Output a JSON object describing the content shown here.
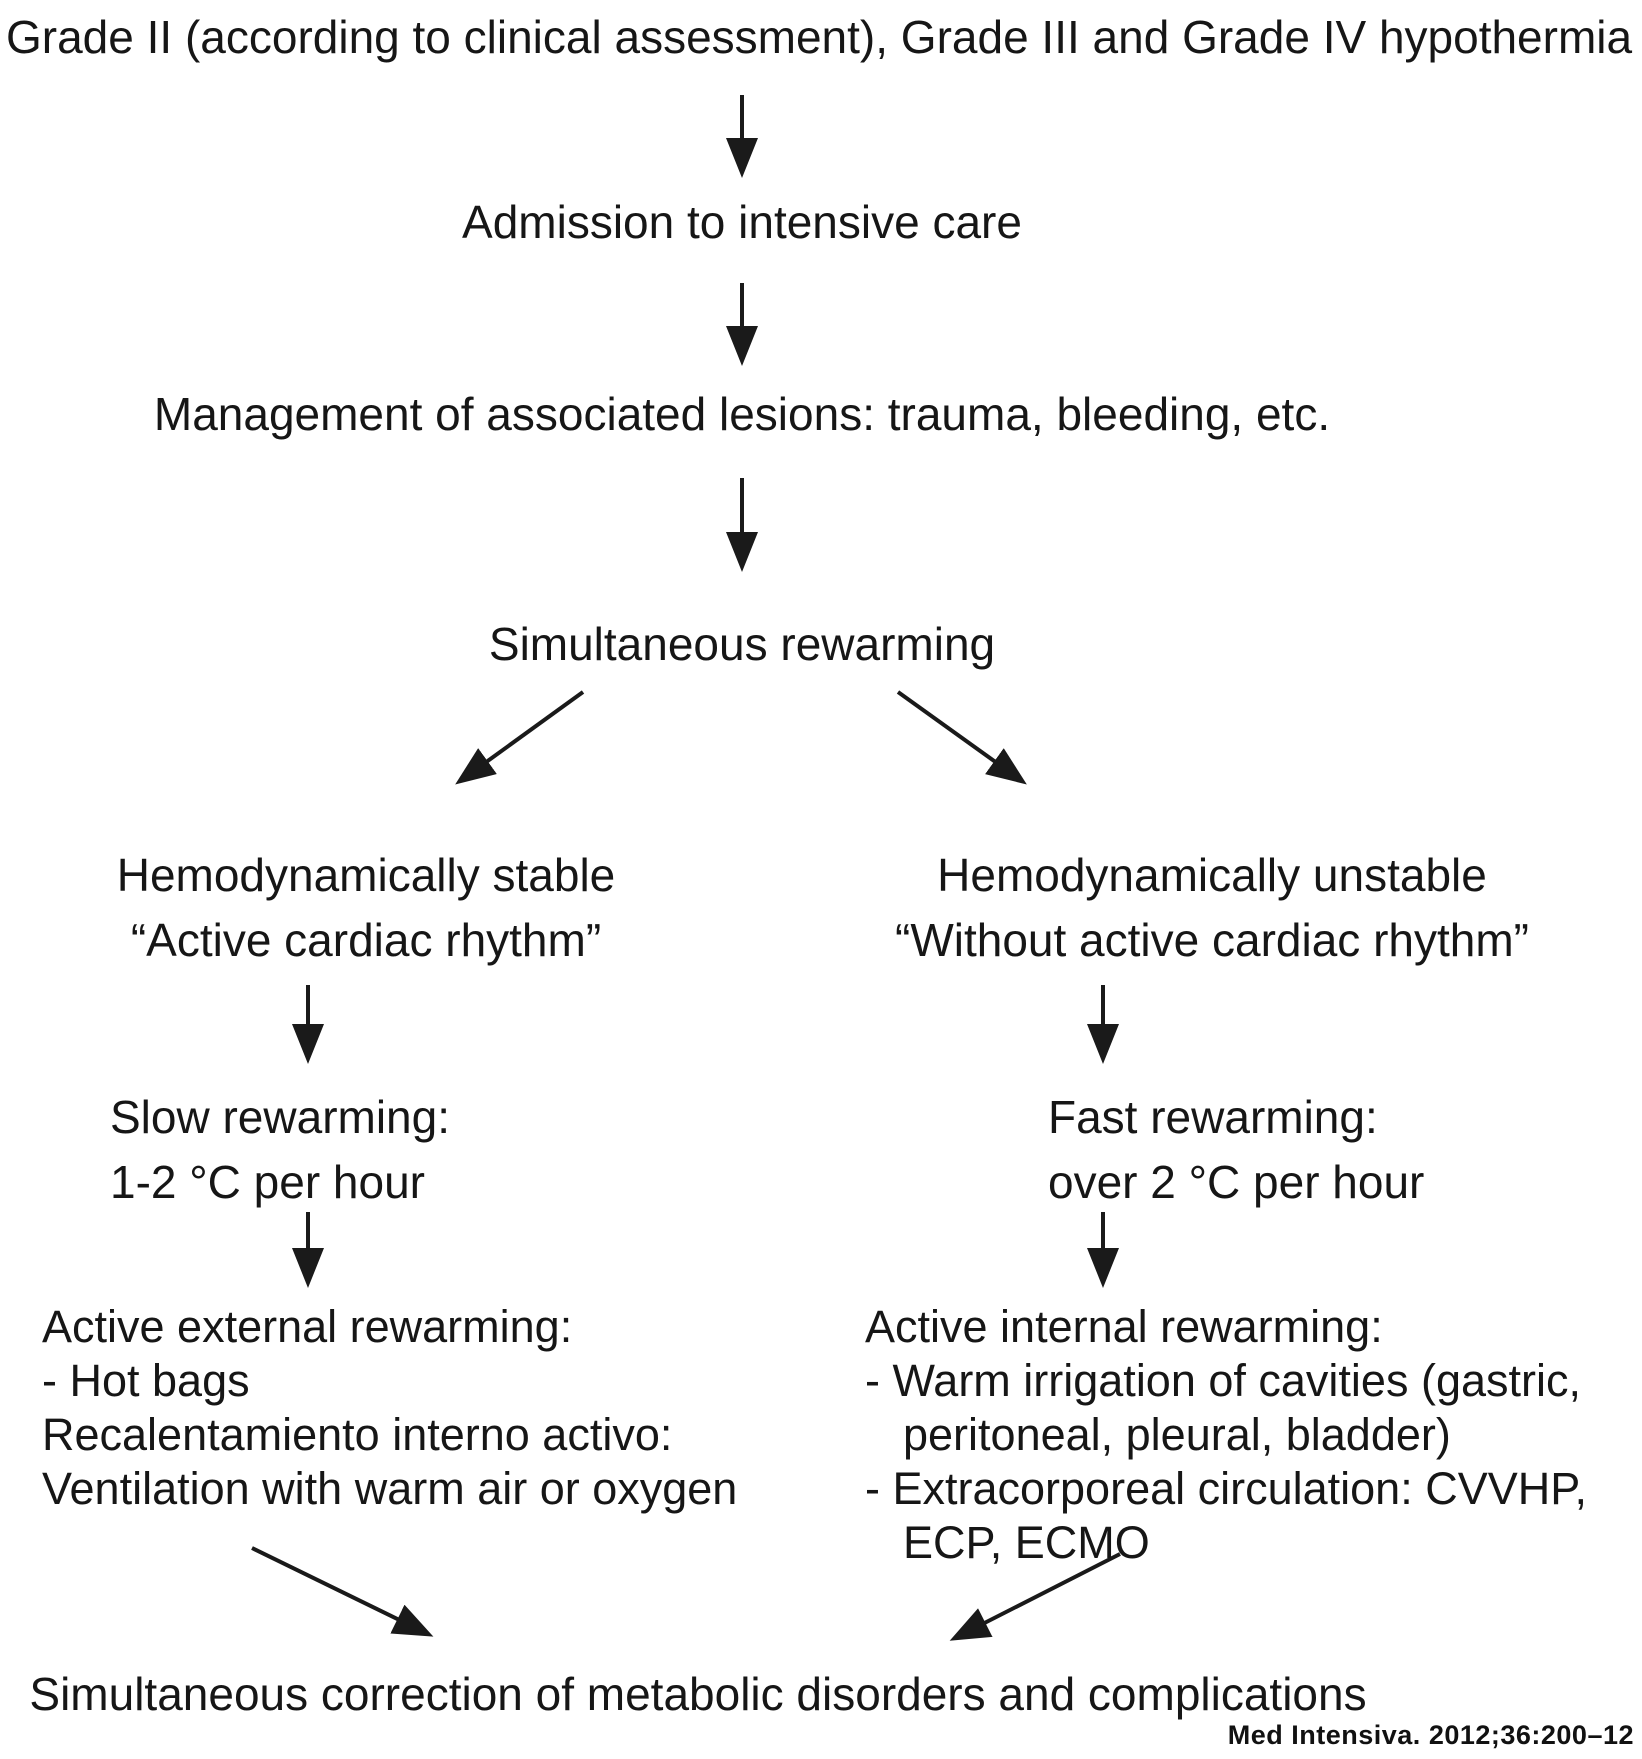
{
  "flowchart": {
    "title": "Grade II (according to clinical assessment), Grade III and Grade IV hypothermia",
    "nodes": {
      "admission": "Admission to intensive care",
      "management": "Management of associated lesions: trauma, bleeding, etc.",
      "simultaneous_rewarming": "Simultaneous rewarming",
      "stable_branch": {
        "line1": "Hemodynamically stable",
        "line2": "“Active cardiac rhythm”"
      },
      "unstable_branch": {
        "line1": "Hemodynamically unstable",
        "line2": "“Without active cardiac rhythm”"
      },
      "slow_rewarming": {
        "line1": "Slow rewarming:",
        "line2": "1-2 °C per hour"
      },
      "fast_rewarming": {
        "line1": "Fast rewarming:",
        "line2": "over 2 °C per hour"
      },
      "external_rewarming": {
        "lines": [
          "Active external rewarming:",
          "- Hot bags",
          "Recalentamiento interno activo:",
          "Ventilation with warm air or oxygen"
        ]
      },
      "internal_rewarming": {
        "lines": [
          "Active internal rewarming:",
          "- Warm irrigation of cavities (gastric,",
          "peritoneal, pleural, bladder)",
          "- Extracorporeal circulation: CVVHP,",
          "ECP, ECMO"
        ]
      },
      "correction": "Simultaneous correction of metabolic disorders and complications"
    },
    "footer_citation": "Med Intensiva. 2012;36:200–12",
    "icons": {
      "flow_arrow": "▼ solid triangular arrowhead on thin stem"
    },
    "colors": {
      "background": "#ffffff",
      "ink": "#161616"
    }
  }
}
